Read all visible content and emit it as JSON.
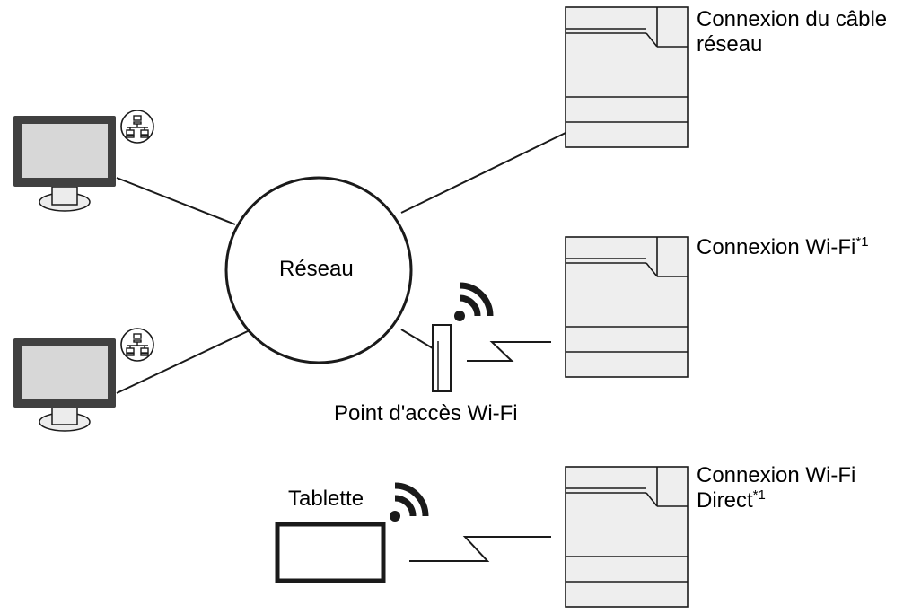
{
  "labels": {
    "network": "Réseau",
    "access_point": "Point d'accès Wi-Fi",
    "tablet": "Tablette",
    "printer_wired_line1": "Connexion du câble",
    "printer_wired_line2": "réseau",
    "printer_wifi": "Connexion Wi-Fi",
    "printer_wifi_footnote": "*1",
    "printer_direct_line1": "Connexion Wi-Fi",
    "printer_direct_line2": "Direct",
    "printer_direct_footnote": "*1"
  },
  "icons": {
    "pc_network_badge": "lan-network-icon",
    "wifi_signal": "wifi-signal-icon"
  },
  "colors": {
    "stroke": "#1a1a1a",
    "device_fill": "#eeeeee",
    "screen_fill": "#d7d7d7",
    "monitor_frame": "#404040"
  }
}
